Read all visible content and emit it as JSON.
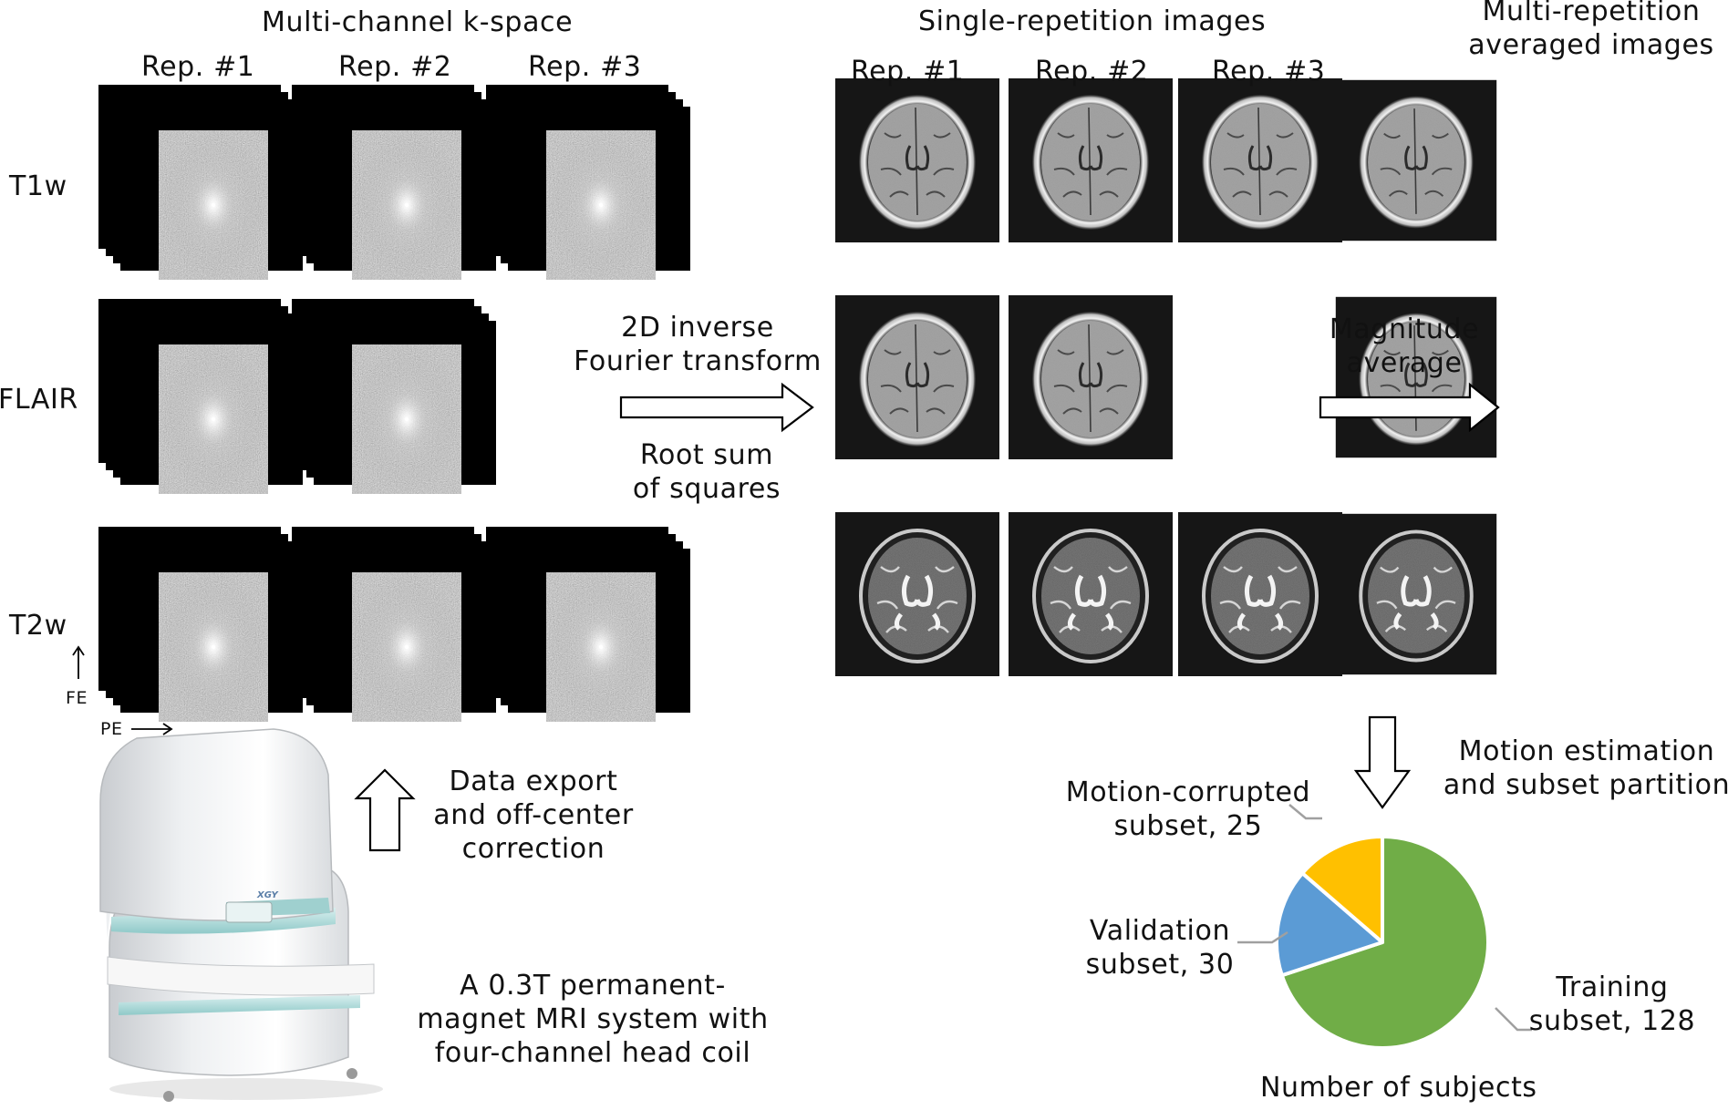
{
  "headers": {
    "kspace": "Multi-channel k-space",
    "single": "Single-repetition images",
    "multi": [
      "Multi-repetition",
      "averaged images"
    ]
  },
  "reps": [
    "Rep. #1",
    "Rep. #2",
    "Rep. #3"
  ],
  "rows": [
    "T1w",
    "FLAIR",
    "T2w"
  ],
  "axes": {
    "fe": "FE",
    "pe": "PE"
  },
  "steps": {
    "ifft": [
      "2D inverse",
      "Fourier transform"
    ],
    "rss": [
      "Root sum",
      "of squares"
    ],
    "average": [
      "Magnitude",
      "average"
    ],
    "export": [
      "Data export",
      "and off-center",
      "correction"
    ],
    "motion": [
      "Motion estimation",
      "and subset partition"
    ]
  },
  "scanner": {
    "caption": [
      "A 0.3T permanent-",
      "magnet MRI system with",
      "four-channel head coil"
    ],
    "brand": "XGY"
  },
  "pie": {
    "labels": {
      "motion": [
        "Motion-corrupted",
        "subset, 25"
      ],
      "validation": [
        "Validation",
        "subset, 30"
      ],
      "training": [
        "Training",
        "subset, 128"
      ]
    },
    "title": "Number of subjects"
  },
  "chart_data": {
    "type": "pie",
    "title": "Number of subjects",
    "categories": [
      "Training subset",
      "Validation subset",
      "Motion-corrupted subset"
    ],
    "values": [
      128,
      30,
      25
    ],
    "colors": [
      "#70ad47",
      "#5b9bd5",
      "#ffc000"
    ]
  }
}
